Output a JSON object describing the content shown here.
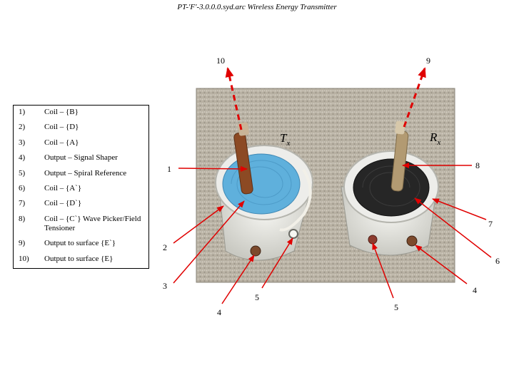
{
  "title": "PT-'F'-3.0.0.0.syd.arc Wireless Energy Transmitter",
  "legend": [
    {
      "num": "1)",
      "text": "Coil – {B}"
    },
    {
      "num": "2)",
      "text": "Coil – {D}"
    },
    {
      "num": "3)",
      "text": "Coil – {A}"
    },
    {
      "num": "4)",
      "text": "Output – Signal Shaper"
    },
    {
      "num": "5)",
      "text": "Output – Spiral Reference"
    },
    {
      "num": "6)",
      "text": "Coil – {A`}"
    },
    {
      "num": "7)",
      "text": "Coil – {D`}"
    },
    {
      "num": "8)",
      "text": "Coil – {C`} Wave Picker/Field Tensioner"
    },
    {
      "num": "9)",
      "text": "Output to surface {E`}"
    },
    {
      "num": "10)",
      "text": "Output to surface {E}"
    }
  ],
  "photo_labels": {
    "tx": "T",
    "tx_sub": "x",
    "rx": "R",
    "rx_sub": "x"
  },
  "callouts": [
    "10",
    "9",
    "1",
    "8",
    "7",
    "2",
    "6",
    "3",
    "5",
    "4",
    "5",
    "4"
  ],
  "colors": {
    "arrow": "#e00000",
    "carpet": "#b9b2a4",
    "tx_disc": "#5fb0dc",
    "rx_disc": "#262626",
    "coil_rod": "#8c4a24",
    "plastic": "#e9e9e4"
  }
}
